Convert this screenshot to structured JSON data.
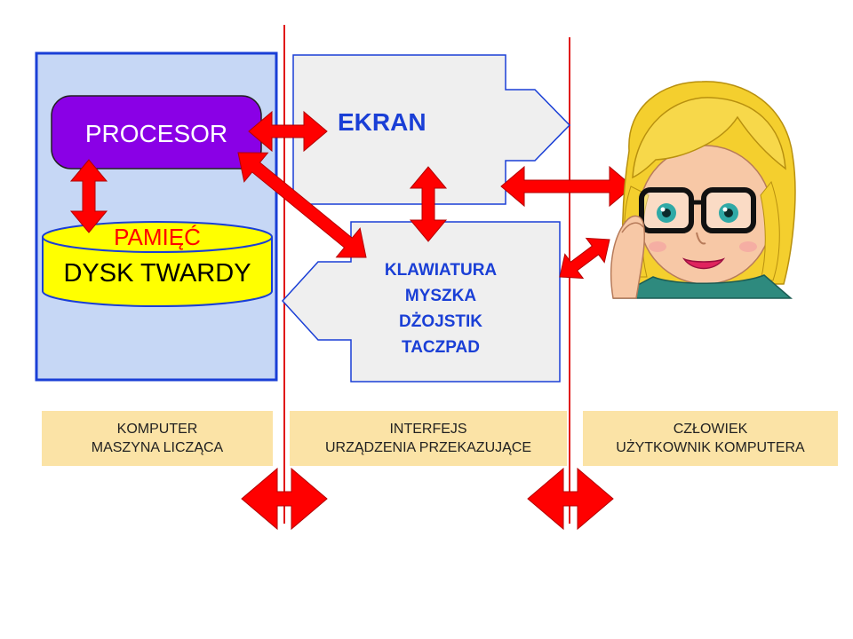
{
  "blocks": {
    "procesor": "PROCESOR",
    "pamiec": "PAMIĘĆ",
    "dysk": "DYSK TWARDY",
    "ekran": "EKRAN",
    "input_devices": [
      "KLAWIATURA",
      "MYSZKA",
      "DŻOJSTIK",
      "TACZPAD"
    ]
  },
  "captions": {
    "komputer": [
      "KOMPUTER",
      "MASZYNA LICZĄCA"
    ],
    "interfejs": [
      "INTERFEJS",
      "URZĄDZENIA PRZEKAZUJĄCE"
    ],
    "czlowiek": [
      "CZŁOWIEK",
      "UŻYTKOWNIK KOMPUTERA"
    ]
  },
  "colors": {
    "computer_panel": "#c6d7f5",
    "computer_border": "#1a3fd6",
    "procesor_fill": "#8a00e6",
    "disk_fill": "#ffff00",
    "arrow_fill": "#ff0000",
    "arrow_stroke": "#b30000",
    "device_fill": "#efefef",
    "device_border": "#1a3fd6",
    "device_text": "#1a3fd6",
    "divider": "#e01818",
    "caption_fill": "#fbe3a6"
  },
  "icons": [
    "double-arrow-icon",
    "woman-with-glasses-icon"
  ]
}
